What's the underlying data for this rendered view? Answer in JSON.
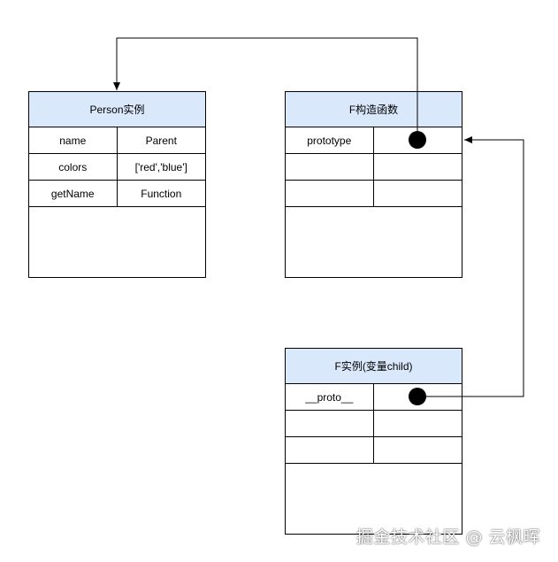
{
  "person_box": {
    "title": "Person实例",
    "rows": [
      {
        "key": "name",
        "value": "Parent"
      },
      {
        "key": "colors",
        "value": "['red','blue']"
      },
      {
        "key": "getName",
        "value": "Function"
      }
    ]
  },
  "constructor_box": {
    "title": "F构造函数",
    "rows": [
      {
        "key": "prototype",
        "value": ""
      },
      {
        "key": "",
        "value": ""
      },
      {
        "key": "",
        "value": ""
      }
    ]
  },
  "instance_box": {
    "title": "F实例(变量child)",
    "rows": [
      {
        "key": "__proto__",
        "value": ""
      },
      {
        "key": "",
        "value": ""
      },
      {
        "key": "",
        "value": ""
      }
    ]
  },
  "watermark": "掘金技术社区 @ 云枫晖"
}
